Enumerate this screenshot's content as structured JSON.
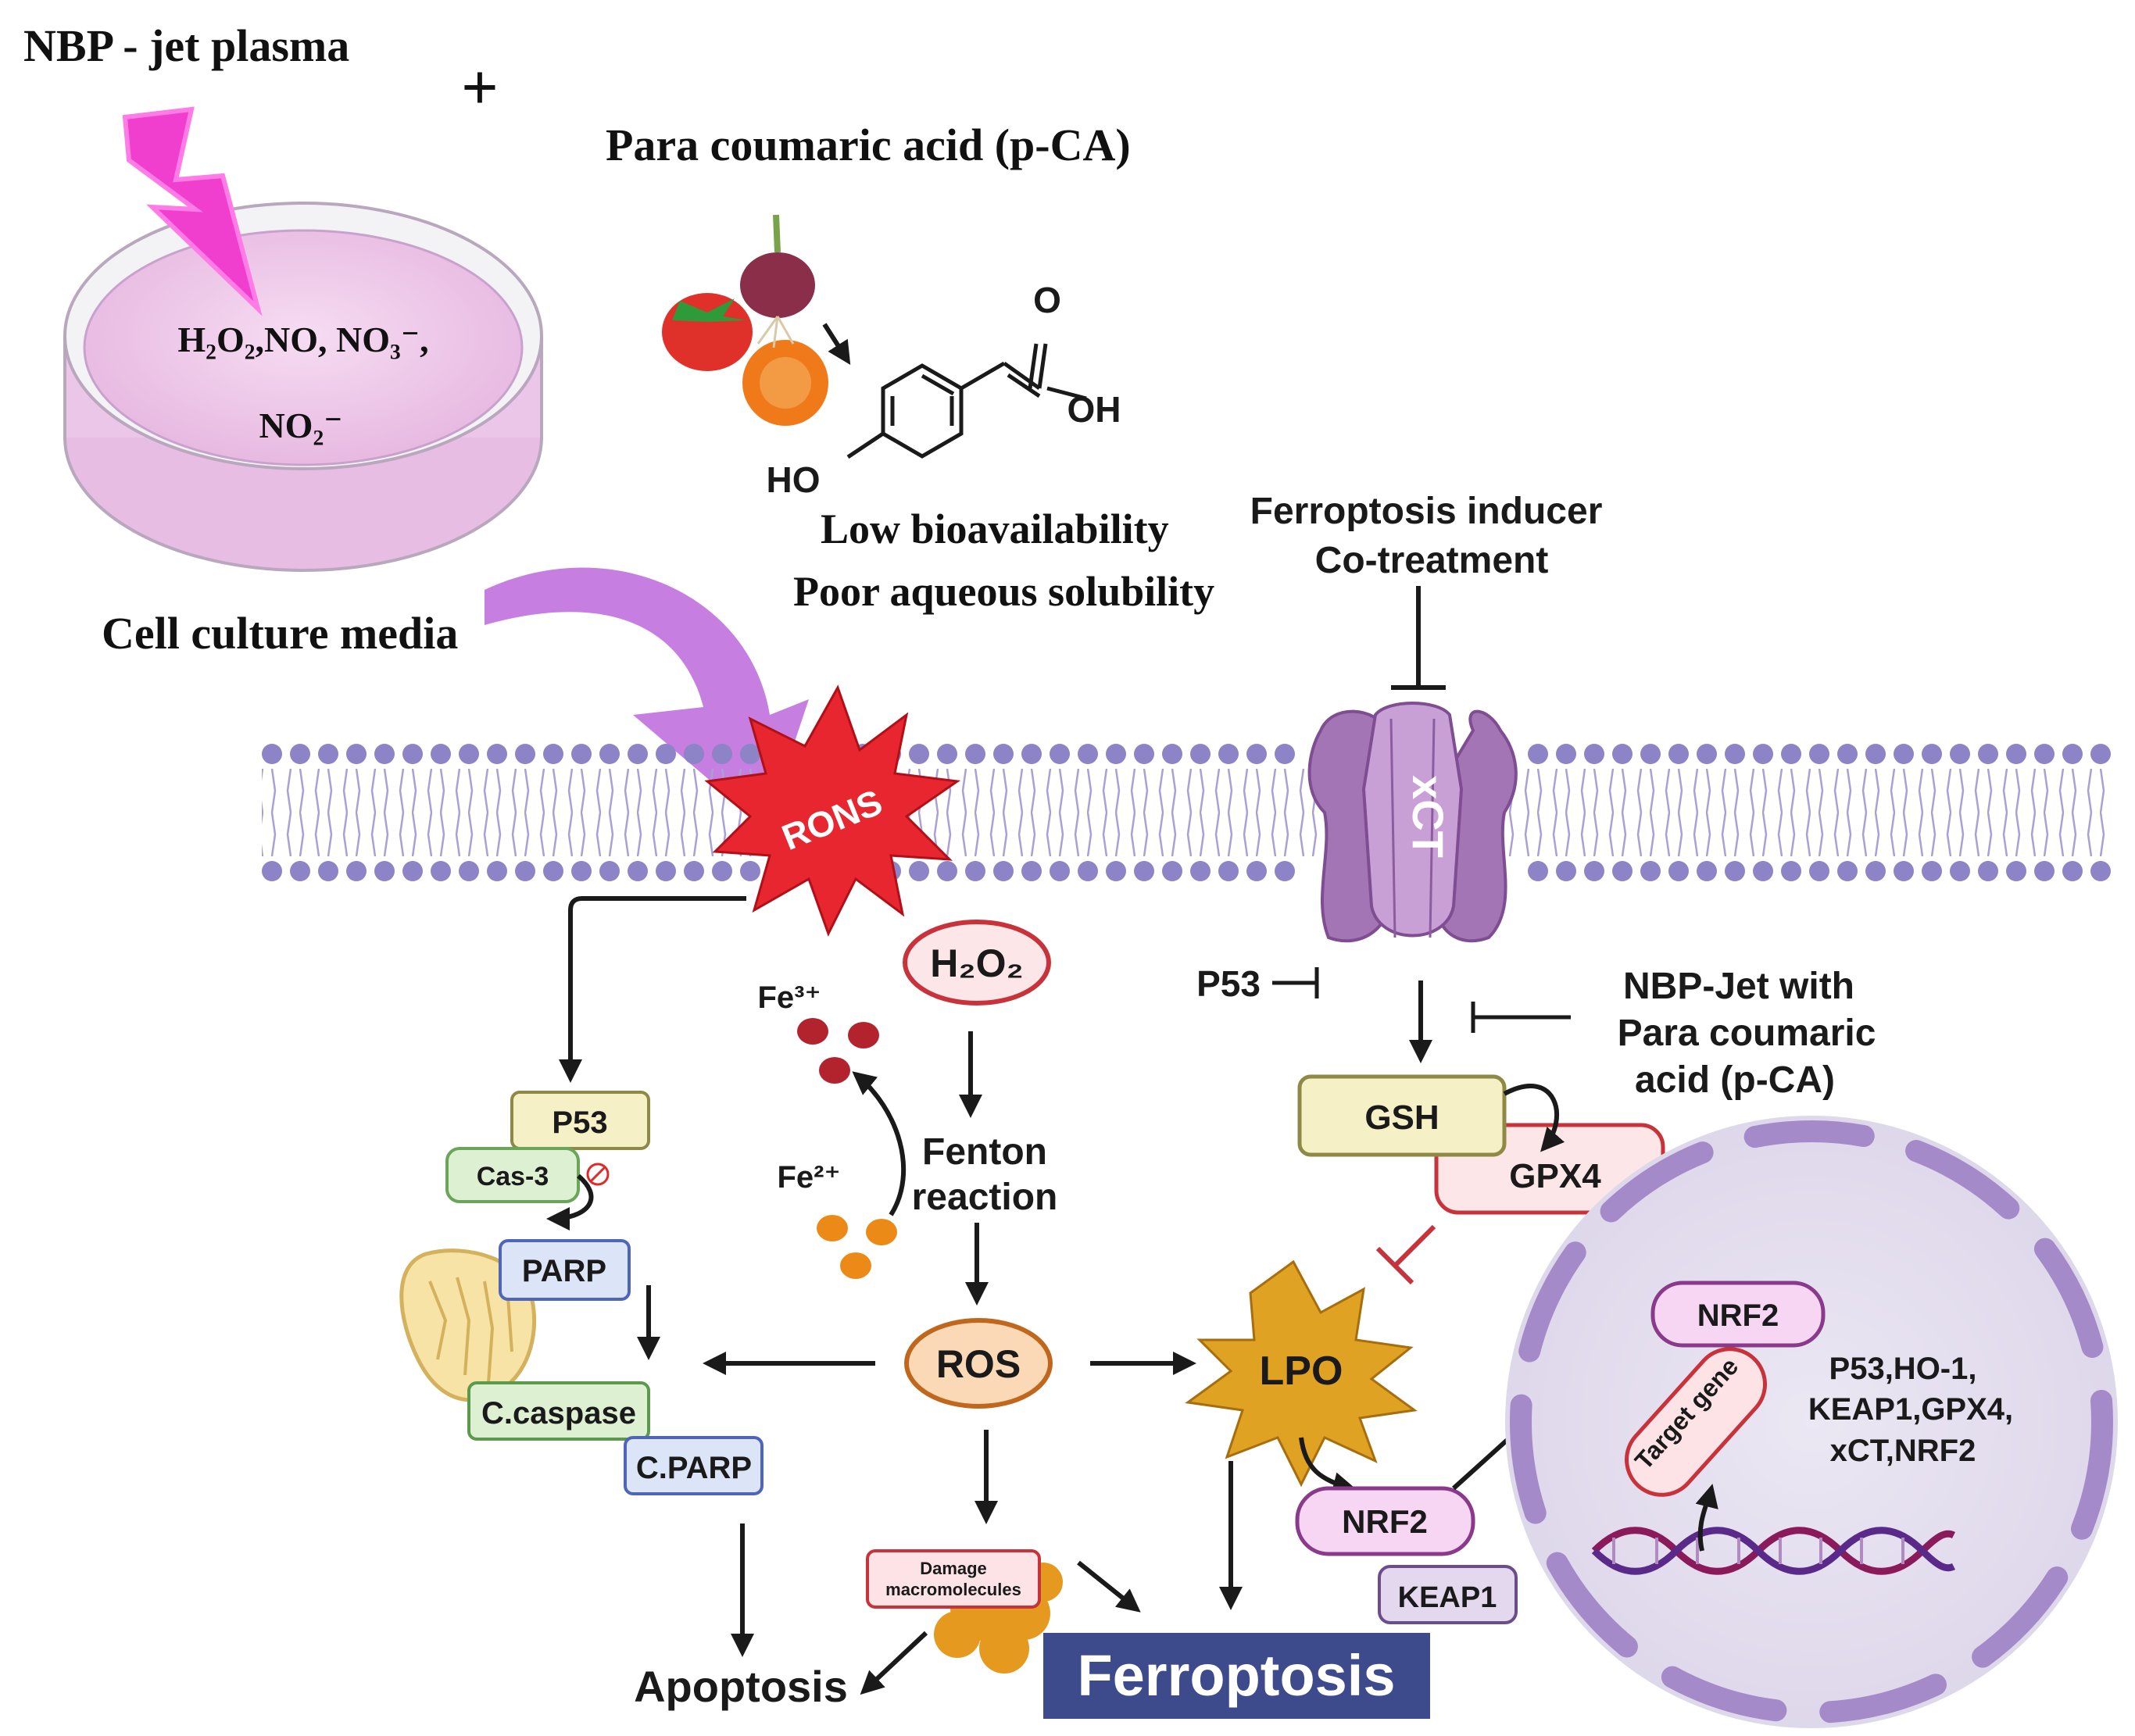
{
  "top": {
    "plasma_title": "NBP - jet plasma",
    "plus": "+",
    "compound_title": "Para coumaric acid (p-CA)",
    "species_line1": "H₂O₂,NO, NO₃⁻,",
    "species_line2": "NO₂⁻",
    "media_label": "Cell culture media",
    "atom_O": "O",
    "atom_OH": "OH",
    "atom_HO": "HO",
    "limitation1": "Low bioavailability",
    "limitation2": "Poor aqueous solubility",
    "inducer_line1": "Ferroptosis inducer",
    "inducer_line2": "Co-treatment"
  },
  "membrane": {
    "rons": "RONS",
    "xct": "xCT"
  },
  "center": {
    "h2o2": "H₂O₂",
    "fe3": "Fe³⁺",
    "fe2": "Fe²⁺",
    "fenton1": "Fenton",
    "fenton2": "reaction",
    "ros": "ROS",
    "damage1": "Damage",
    "damage2": "macromolecules",
    "ferroptosis": "Ferroptosis"
  },
  "left": {
    "p53": "P53",
    "cas3": "Cas-3",
    "parp": "PARP",
    "ccaspase": "C.caspase",
    "cparp": "C.PARP",
    "apoptosis": "Apoptosis"
  },
  "right": {
    "p53_inhib": "P53",
    "nbp_line1": "NBP-Jet with",
    "nbp_line2": "Para coumaric",
    "nbp_line3": "acid (p-CA)",
    "gsh": "GSH",
    "gpx4": "GPX4",
    "lpo": "LPO",
    "nrf2_cyto": "NRF2",
    "keap1": "KEAP1"
  },
  "nucleus": {
    "nrf2": "NRF2",
    "target_gene": "Target gene",
    "genes_line1": "P53,HO-1,",
    "genes_line2": "KEAP1,GPX4,",
    "genes_line3": "xCT,NRF2"
  },
  "colors": {
    "membrane_head": "#8d83c7",
    "rons_fill": "#e8262f",
    "xct_fill": "#b68bc3",
    "plasma_bolt": "#f03fcf",
    "media_arrow": "#c67fe0",
    "ferroptosis_bg": "#3d4a8c",
    "lpo_fill": "#e0a222",
    "nucleus_fill": "#e4e0ef",
    "nucleus_ring": "#a58ac9",
    "inhibit_red": "#c8323a"
  }
}
